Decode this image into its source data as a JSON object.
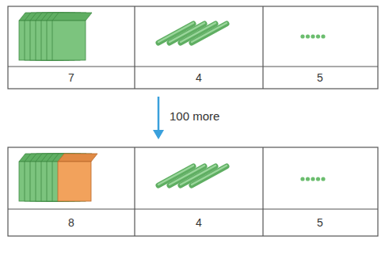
{
  "diagram": {
    "labels": [
      "7",
      "4",
      "5",
      "100 more",
      "8",
      "4",
      "5"
    ]
  }
}
